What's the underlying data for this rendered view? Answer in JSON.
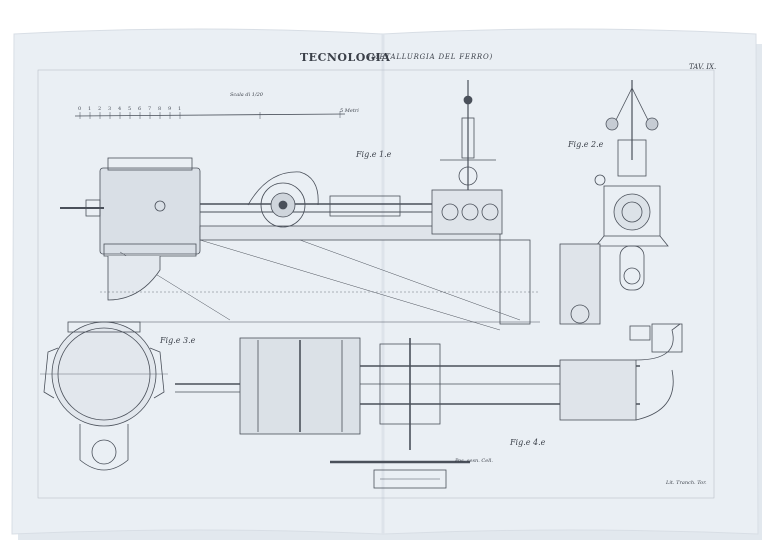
{
  "plate": {
    "title": "TECNOLOGIA",
    "subtitle": "(METALLURGIA DEL FERRO)",
    "number": "TAV. IX."
  },
  "figures": {
    "fig1": "Fig.e 1.e",
    "fig2": "Fig.e 2.e",
    "fig3": "Fig.e 3.e",
    "fig4": "Fig.e 4.e"
  },
  "scale": {
    "label": "Scala di 1/20",
    "end_label": "5 Metri",
    "ticks": [
      "0",
      "1",
      "2",
      "3",
      "4",
      "5",
      "6",
      "7",
      "8",
      "9",
      "1"
    ]
  },
  "credits": {
    "engraver": "Pos. sesn. Cell.",
    "printer": "Lit. Tranch. Tor."
  },
  "colors": {
    "paper": "#eaeff4",
    "ink": "#4a505a",
    "shadow": "#c5ccd4",
    "accent": "#9aa1aa"
  }
}
